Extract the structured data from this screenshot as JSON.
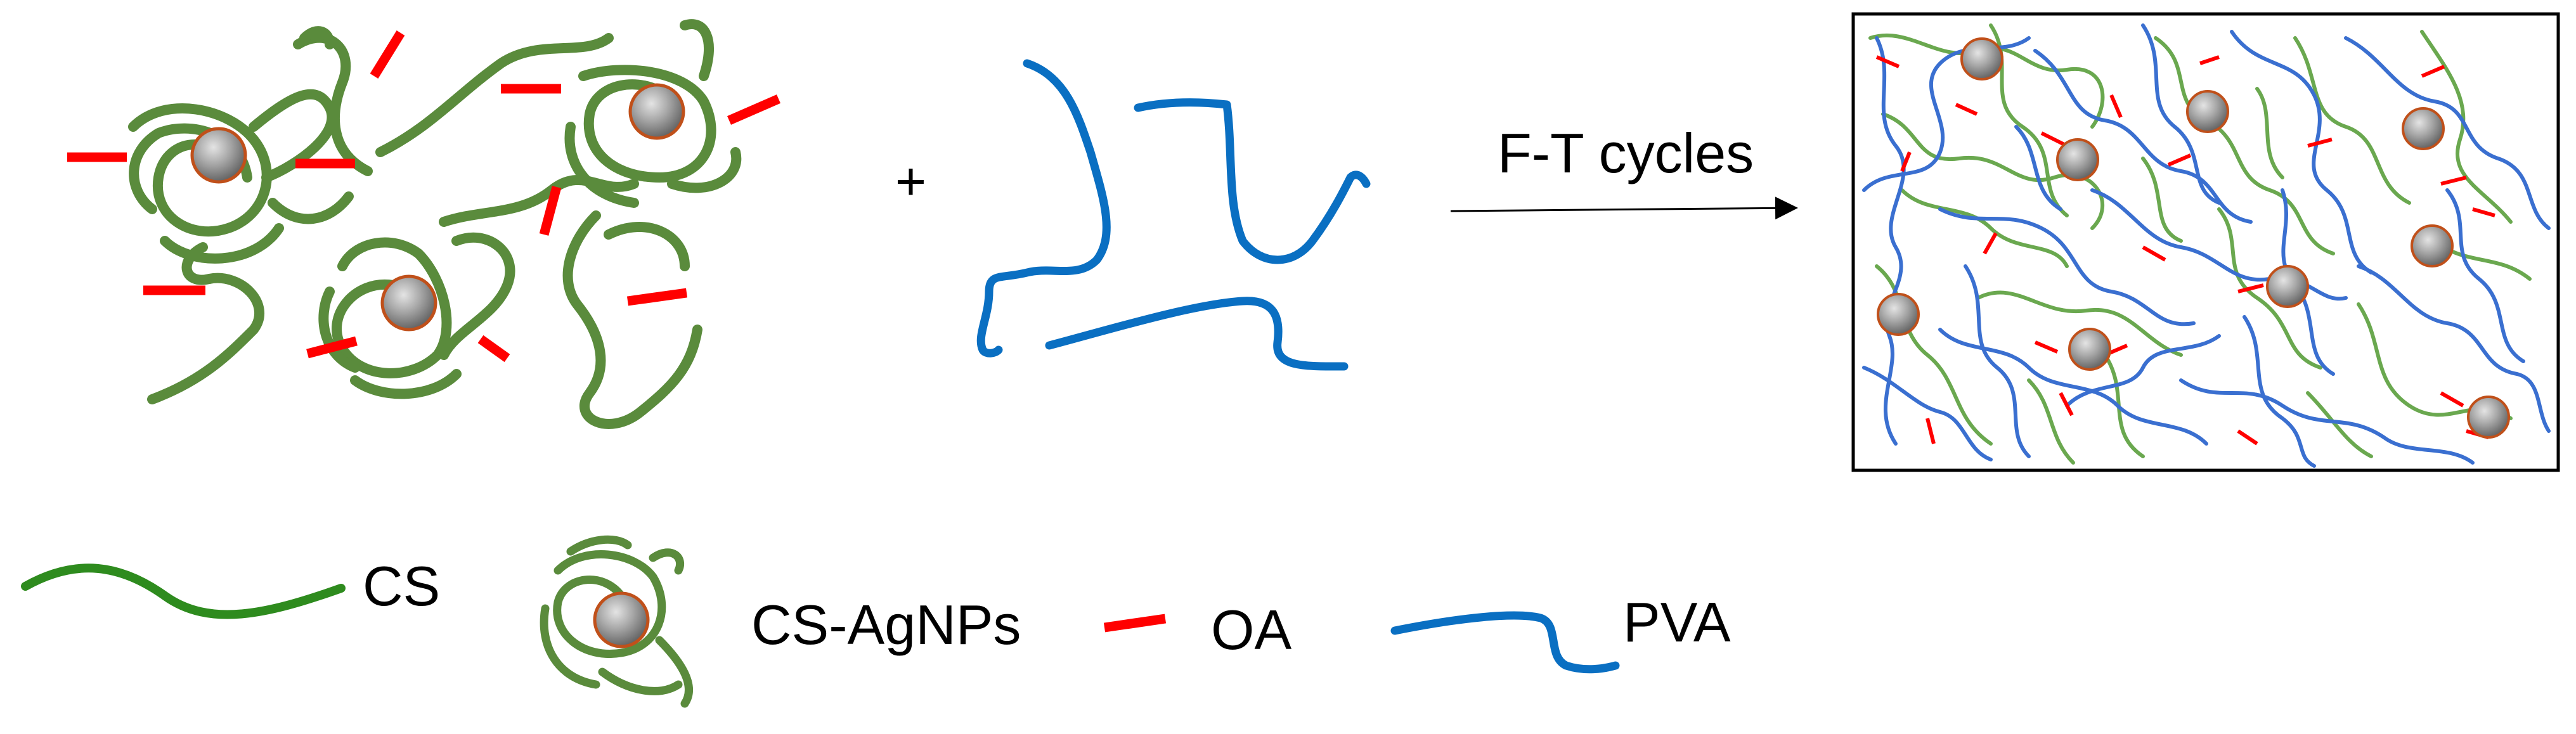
{
  "labels": {
    "plus": "+",
    "arrow": "F-T cycles"
  },
  "legend": [
    {
      "key": "cs",
      "label": "CS",
      "color": "#2e8b1e"
    },
    {
      "key": "cs_agnps",
      "label": "CS-AgNPs",
      "color": "#5a8b3c"
    },
    {
      "key": "oa",
      "label": "OA",
      "color": "#ff0000"
    },
    {
      "key": "pva",
      "label": "PVA",
      "color": "#0a6fc2"
    }
  ],
  "colors": {
    "cs_chain": "#5a8b3c",
    "cs_legend": "#2e8b1e",
    "pva": "#0a6fc2",
    "oa": "#ff0000",
    "np_rim": "#c0501a",
    "hydrogel_green": "#6aa84f",
    "hydrogel_blue": "#3a6fd0"
  }
}
